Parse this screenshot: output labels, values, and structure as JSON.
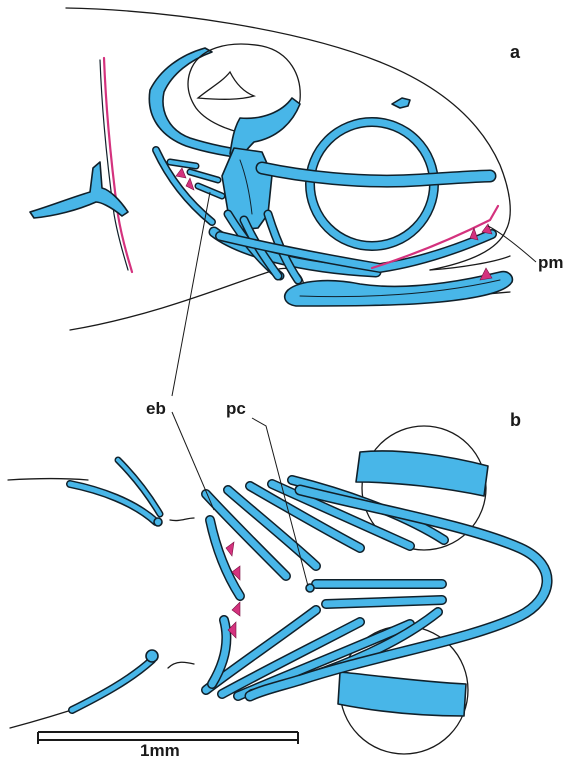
{
  "panels": {
    "a": {
      "label": "a"
    },
    "b": {
      "label": "b"
    }
  },
  "labels": {
    "pm": "pm",
    "eb": "eb",
    "pc": "pc"
  },
  "scale_bar": {
    "label": "1mm"
  },
  "colors": {
    "bone": "#48b6e8",
    "tooth": "#d4327e",
    "outline": "#1a1a1a",
    "background": "#ffffff"
  }
}
